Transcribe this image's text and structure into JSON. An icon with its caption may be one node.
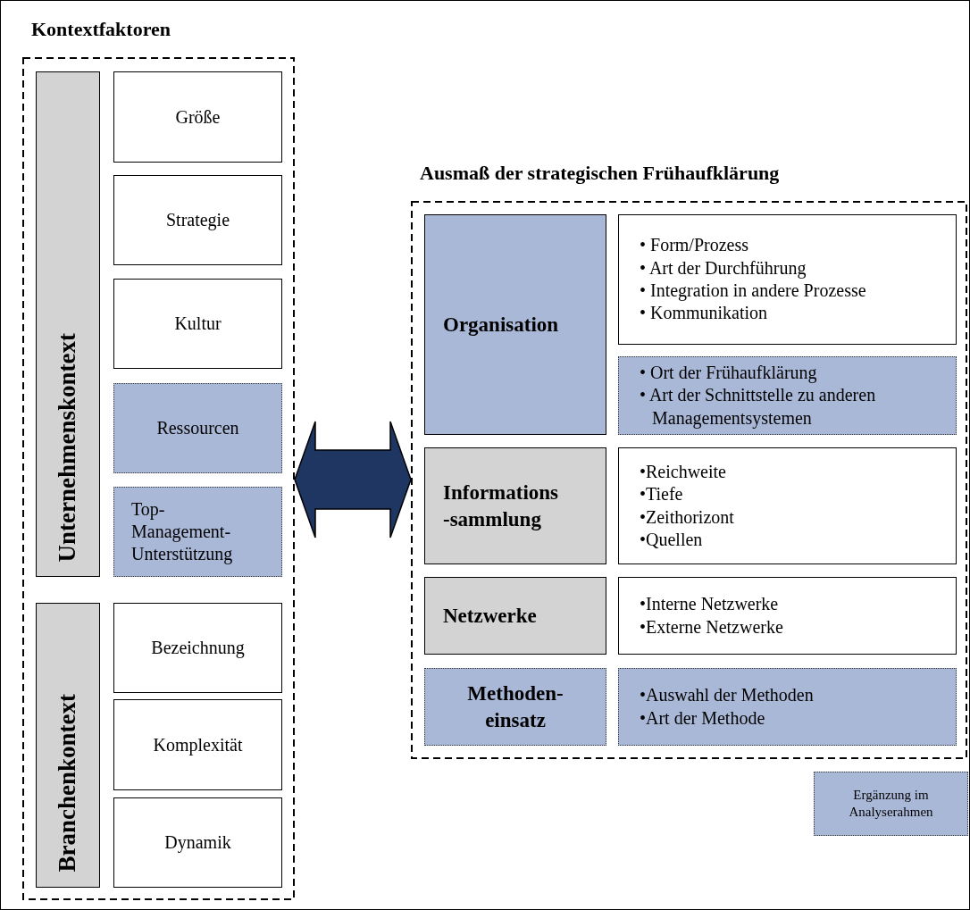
{
  "diagram": {
    "nodes": [
      {
        "text": [
          "Kontextfaktoren"
        ]
      },
      {
        "text": [
          "Unternehmenskontext"
        ],
        "in": 0
      },
      {
        "text": [
          "Größe"
        ],
        "in": 0
      },
      {
        "text": [
          "Strategie"
        ],
        "in": 0
      },
      {
        "text": [
          "Kultur"
        ],
        "in": 0
      },
      {
        "text": [
          "Ressourcen"
        ],
        "in": 0
      },
      {
        "text": [
          "Top- Management- Unterstützung"
        ],
        "in": 0
      },
      {
        "text": [
          "Branchenkontext"
        ],
        "in": 0
      },
      {
        "text": [
          "Bezeichnung"
        ],
        "in": 0
      },
      {
        "text": [
          "Komplexität"
        ],
        "in": 0
      },
      {
        "text": [
          "Dynamik"
        ],
        "in": 0
      },
      {
        "text": [
          "Ausmaß der strategischen Frühaufklärung"
        ]
      },
      {
        "text": [
          "Organisation"
        ],
        "in": 11
      },
      {
        "text": [
          "• Form/Prozess",
          "• Art der Durchführung",
          "• Integration in andere Prozesse",
          "• Kommunikation"
        ],
        "in": 11
      },
      {
        "text": [
          "• Ort der Frühaufklärung",
          "• Art der Schnittstelle zu anderen Managementsystemen"
        ],
        "in": 11
      },
      {
        "text": [
          "Informations -sammlung"
        ],
        "in": 11
      },
      {
        "text": [
          "•Reichweite",
          "•Tiefe",
          "•Zeithorizont",
          "•Quellen"
        ],
        "in": 11
      },
      {
        "text": [
          "Netzwerke"
        ],
        "in": 11
      },
      {
        "text": [
          "•Interne Netzwerke",
          "•Externe Netzwerke"
        ],
        "in": 11
      },
      {
        "text": [
          "Methoden- einsatz"
        ],
        "in": 11
      },
      {
        "text": [
          "•Auswahl der Methoden",
          "•Art der Methode"
        ],
        "in": 11
      }
    ],
    "edges": [
      {
        "from": 0,
        "to": 11,
        "arrow": "both",
        "color": "#1f3562",
        "style": "thick"
      }
    ],
    "legend": [
      {
        "text": "Ergänzung im Analyserahmen",
        "color": "#aab8d8"
      }
    ]
  }
}
